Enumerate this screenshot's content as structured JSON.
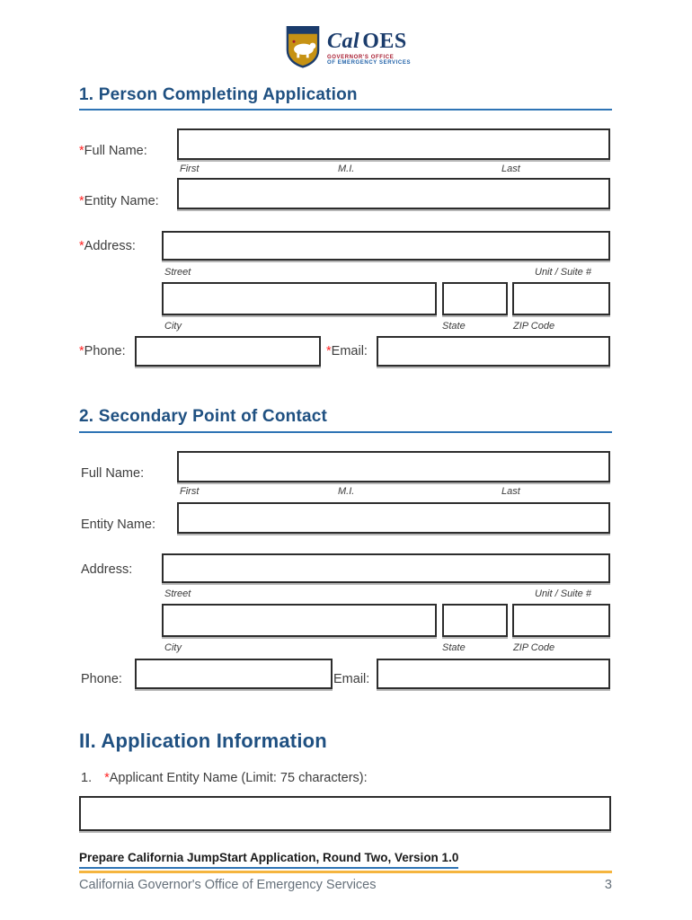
{
  "colors": {
    "heading_blue": "#1F5081",
    "rule_blue": "#2E74B5",
    "rule_gold": "#F5B53F",
    "asterisk_red": "#FF2222",
    "logo_navy": "#1B3C6C",
    "logo_gold": "#C69214",
    "logo_red": "#A6192E"
  },
  "marks": {
    "required": "*"
  },
  "logo": {
    "brand_cal": "Cal",
    "brand_oes": "OES",
    "tagline_line1": "GOVERNOR'S OFFICE",
    "tagline_line2": "OF EMERGENCY SERVICES"
  },
  "section1": {
    "heading": "1. Person Completing Application",
    "full_name_label": "Full Name:",
    "entity_name_label": "Entity Name:",
    "address_label": "Address:",
    "phone_label": "Phone:",
    "email_label": "Email:",
    "hints": {
      "first": "First",
      "mi": "M.I.",
      "last": "Last",
      "street": "Street",
      "unit": "Unit / Suite #",
      "city": "City",
      "state": "State",
      "zip": "ZIP Code"
    }
  },
  "section2": {
    "heading": "2. Secondary Point of Contact",
    "full_name_label": "Full Name:",
    "entity_name_label": "Entity Name:",
    "address_label": "Address:",
    "phone_label": "Phone:",
    "email_label": "Email:",
    "hints": {
      "first": "First",
      "mi": "M.I.",
      "last": "Last",
      "street": "Street",
      "unit": "Unit / Suite #",
      "city": "City",
      "state": "State",
      "zip": "ZIP Code"
    }
  },
  "application_info": {
    "heading": "II. Application Information",
    "q1_number": "1.",
    "q1_label": "Applicant Entity Name (Limit: 75 characters):"
  },
  "footer": {
    "title": "Prepare California JumpStart Application, Round Two, Version 1.0",
    "org": "California Governor's Office of Emergency Services",
    "page_number": "3"
  }
}
